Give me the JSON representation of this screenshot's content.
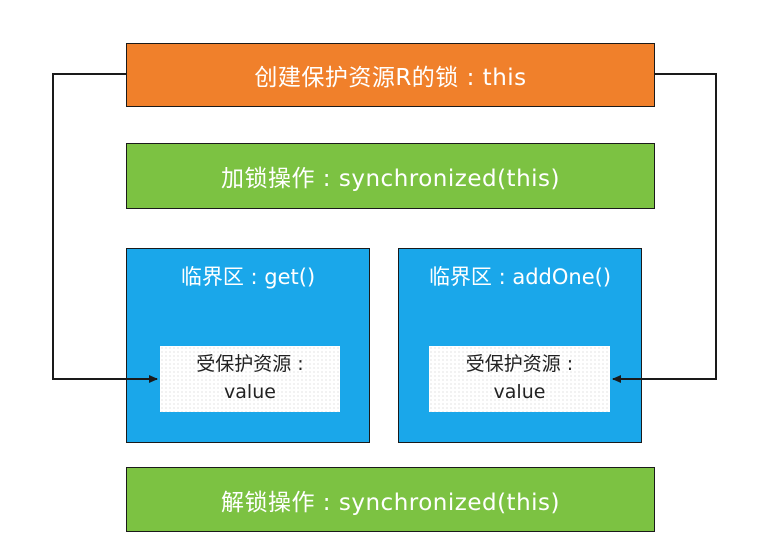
{
  "boxes": {
    "create_lock": "创建保护资源R的锁 : this",
    "lock": "加锁操作 : synchronized(this)",
    "unlock": "解锁操作 : synchronized(this)"
  },
  "sections": [
    {
      "title": "临界区 : get()",
      "resource_label": "受保护资源 :",
      "resource_value": "value"
    },
    {
      "title": "临界区 : addOne()",
      "resource_label": "受保护资源 :",
      "resource_value": "value"
    }
  ],
  "colors": {
    "orange": "#f0802b",
    "green": "#7cc242",
    "blue": "#1aa7ea",
    "line": "#1a1a1a"
  }
}
